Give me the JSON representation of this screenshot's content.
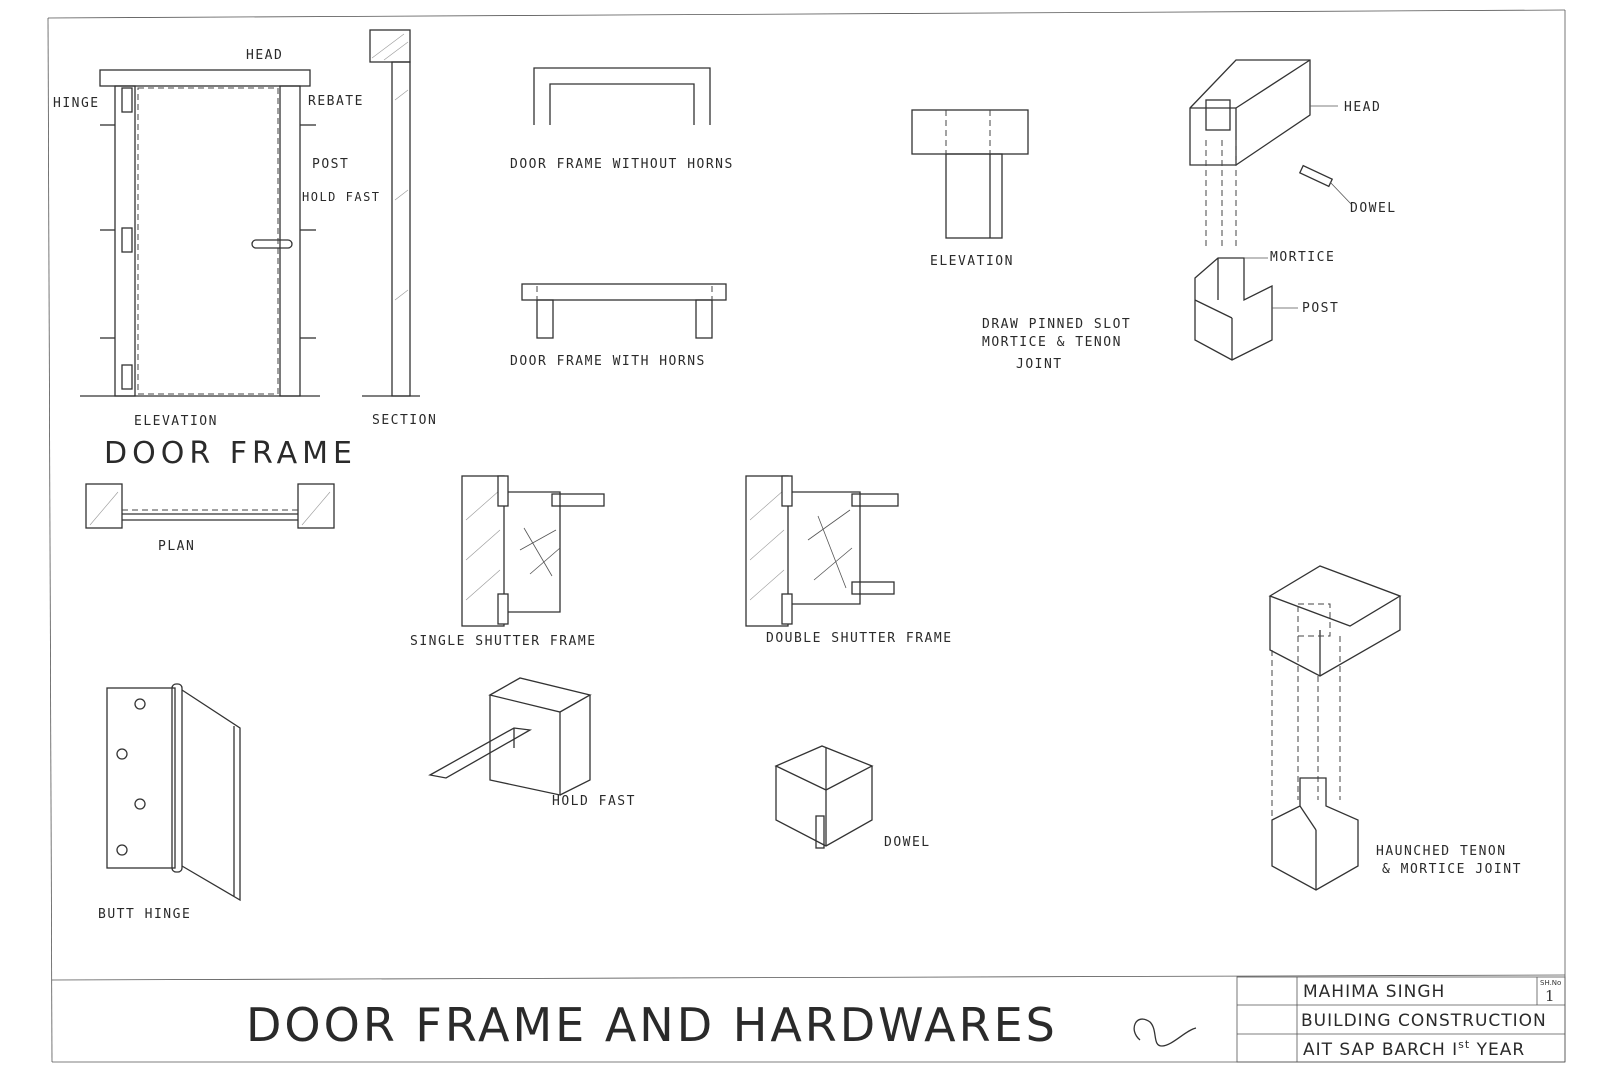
{
  "labels": {
    "head": "HEAD",
    "hinge": "HINGE",
    "rebate": "REBATE",
    "post": "POST",
    "hold_fast": "HOLD FAST",
    "elevation": "ELEVATION",
    "section": "SECTION",
    "door_frame": "DOOR FRAME",
    "plan": "PLAN",
    "without_horns": "DOOR FRAME WITHOUT HORNS",
    "with_horns": "DOOR FRAME WITH HORNS",
    "t_elevation": "ELEVATION",
    "joint_head": "HEAD",
    "joint_dowel": "DOWEL",
    "joint_mortice": "MORTICE",
    "joint_post": "POST",
    "joint_name": [
      "DRAW PINNED SLOT",
      "MORTICE & TENON",
      "JOINT"
    ],
    "single_shutter": "SINGLE SHUTTER FRAME",
    "double_shutter": "DOUBLE SHUTTER FRAME",
    "holdfast_iso": "HOLD FAST",
    "butt_hinge": "BUTT HINGE",
    "dowel_iso": "DOWEL",
    "haunched": [
      "HAUNCHED TENON",
      "& MORTICE JOINT"
    ]
  },
  "title": "DOOR FRAME AND HARDWARES",
  "title_block": {
    "name": "MAHIMA SINGH",
    "subject": "BUILDING CONSTRUCTION",
    "course": "AIT SAP BARCH I",
    "course_sup": "st",
    "course_end": " YEAR",
    "sheet_label": "SH.No",
    "sheet_no": "1"
  }
}
